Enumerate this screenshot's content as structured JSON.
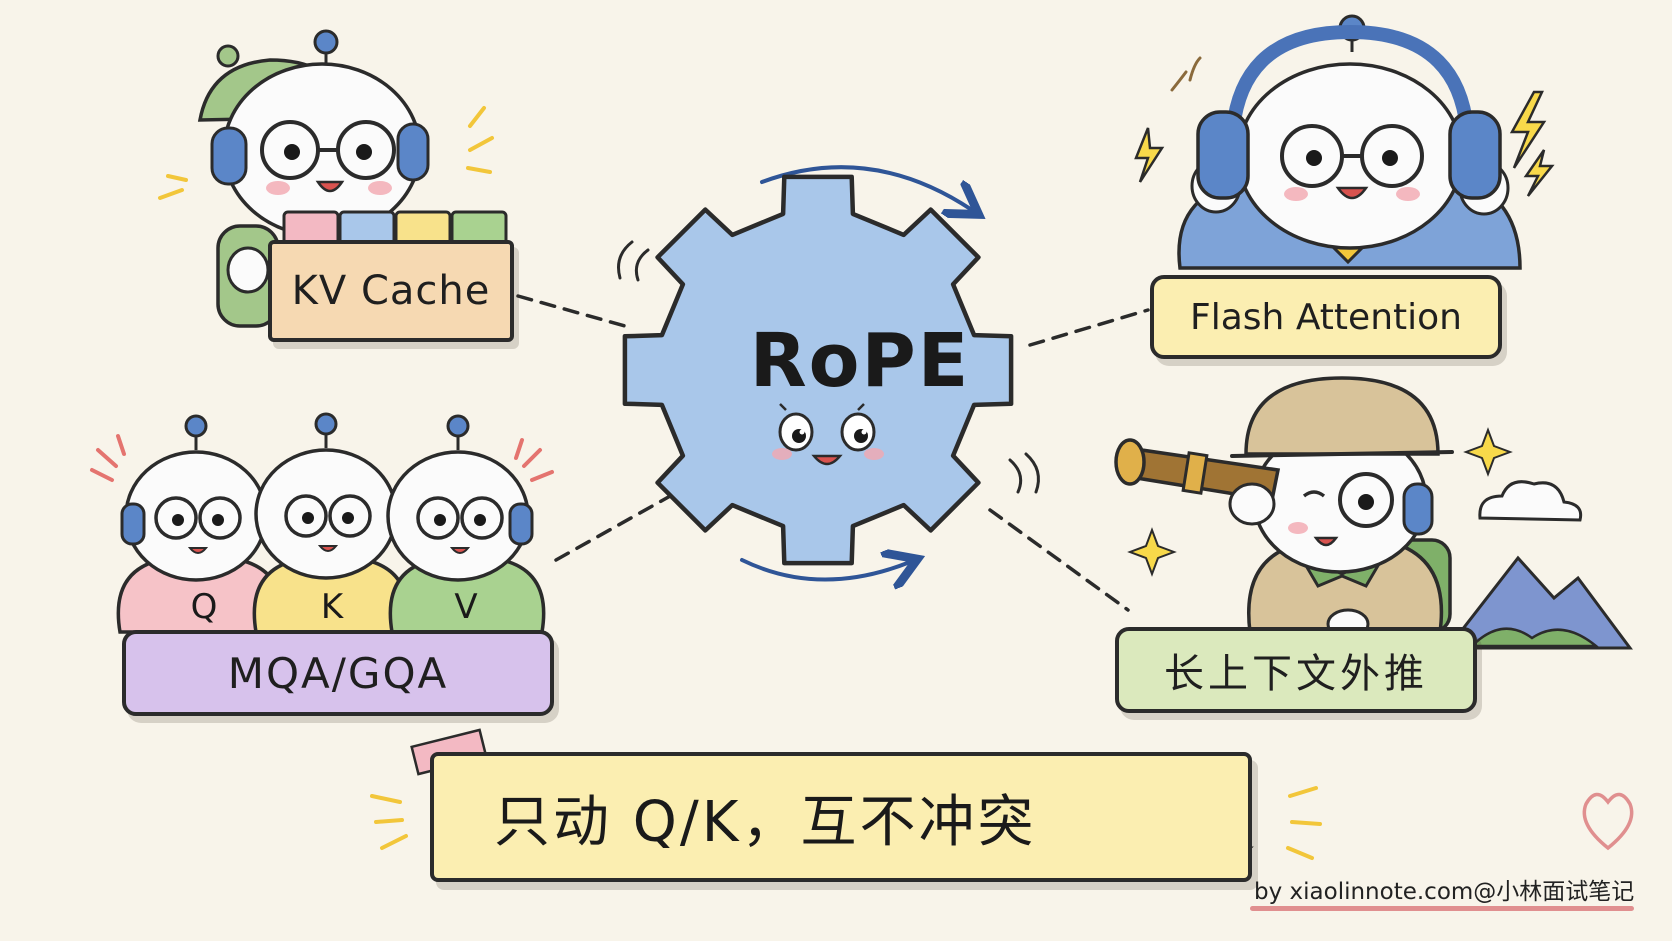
{
  "center": {
    "label": "RoPE"
  },
  "nodes": {
    "kv_cache": "KV Cache",
    "flash_attention": "Flash Attention",
    "mqa_gqa": "MQA/GQA",
    "long_context": "长上下文外推"
  },
  "qkv_shirts": {
    "q": "Q",
    "k": "K",
    "v": "V"
  },
  "banner": {
    "text": "只动 Q/K，互不冲突"
  },
  "credit": "by xiaolinnote.com@小林面试笔记",
  "colors": {
    "gear": "#a9c7ea",
    "kv_box": "#f6d9b2",
    "flash_box": "#fbeeb1",
    "mqa_box": "#d7c2ec",
    "long_box": "#dbe9bd",
    "banner": "#fbeeb1",
    "check": "#5a9a3c",
    "arrows": "#2f5597"
  }
}
